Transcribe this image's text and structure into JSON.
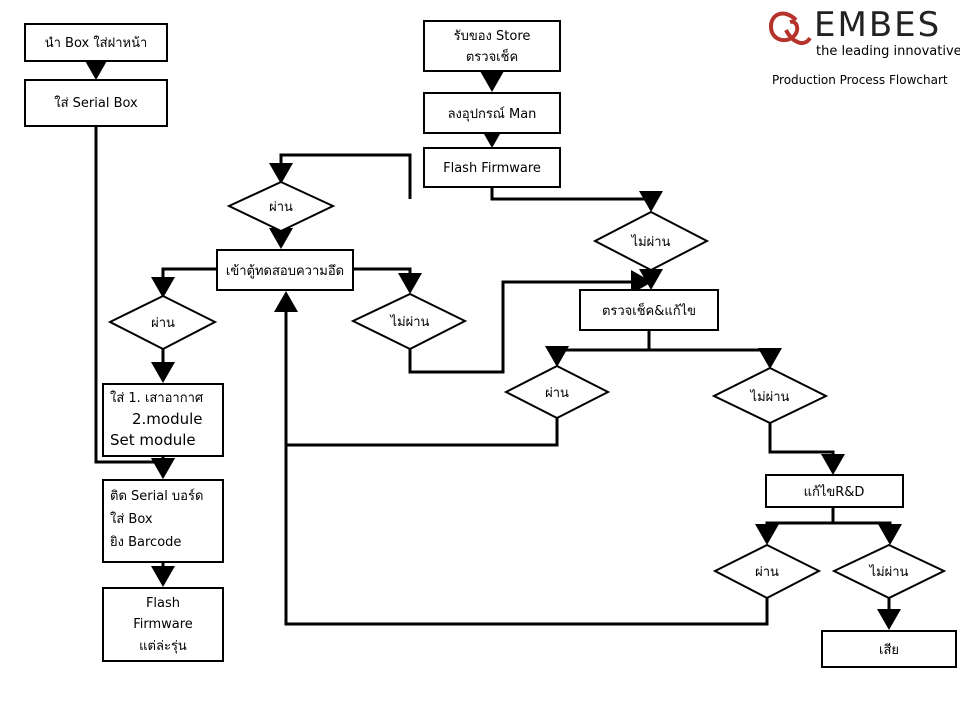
{
  "logo": {
    "brand": "EMBES",
    "tagline": "the leading innovative"
  },
  "caption": "Production Process Flowchart",
  "nodes": {
    "insert_box": "นำ Box ใส่ฝาหน้า",
    "serial_box": "ใส่ Serial Box",
    "receive_store_1": "รับของ Store",
    "receive_store_2": "ตรวจเช็ค",
    "mount_equipment": "ลงอุปกรณ์ Man",
    "flash_firmware_top": "Flash Firmware",
    "pass_left_top": "ผ่าน",
    "fail_top_right": "ไม่ผ่าน",
    "burn_in": "เข้าตู้ทดสอบความอึด",
    "check_fix": "ตรวจเช็ค&แก้ไข",
    "pass_left_mid": "ผ่าน",
    "fail_mid": "ไม่ผ่าน",
    "pass_check": "ผ่าน",
    "fail_check": "ไม่ผ่าน",
    "install_line_1": "ใส่  1. เสาอากาศ",
    "install_line_2": "2.module",
    "install_line_3": "Set module",
    "serial_board_1": "ติด Serial บอร์ด",
    "serial_board_2": "ใส่  Box",
    "serial_board_3": "ยิง Barcode",
    "flash_bottom_1": "Flash",
    "flash_bottom_2": "Firmware",
    "flash_bottom_3": "แต่ล่ะรุ่น",
    "rnd_fix": "แก้ไขR&D",
    "pass_rnd": "ผ่าน",
    "fail_rnd": "ไม่ผ่าน",
    "broken": "เสีย"
  },
  "colors": {
    "logo_mark": "#b5332a",
    "stroke": "#000000"
  }
}
